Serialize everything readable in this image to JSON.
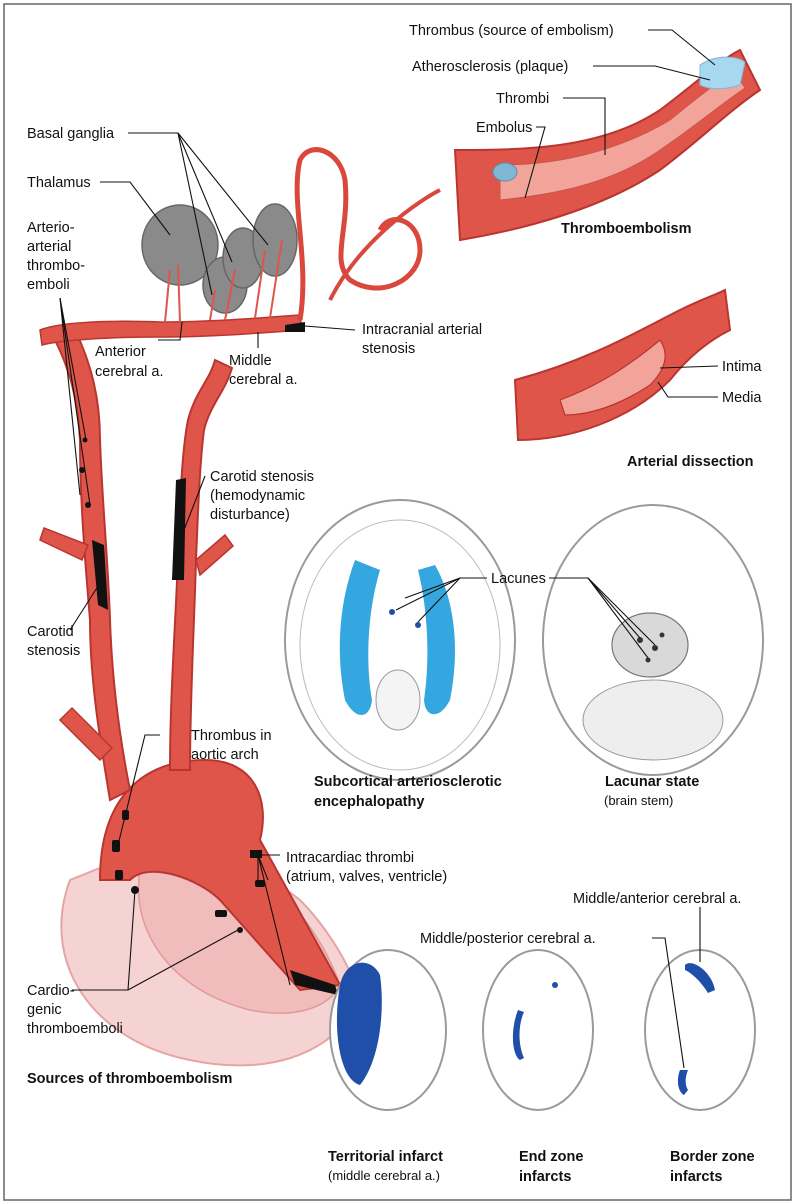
{
  "labels": {
    "basal_ganglia": "Basal ganglia",
    "thalamus": "Thalamus",
    "arterio_1": "Arterio-",
    "arterio_2": "arterial",
    "arterio_3": "thrombo-",
    "arterio_4": "emboli",
    "anterior_1": "Anterior",
    "anterior_2": "cerebral a.",
    "middle_1": "Middle",
    "middle_2": "cerebral a.",
    "intracranial_1": "Intracranial arterial",
    "intracranial_2": "stenosis",
    "carotid_hemo_1": "Carotid stenosis",
    "carotid_hemo_2": "(hemodynamic",
    "carotid_hemo_3": "disturbance)",
    "carotid_1": "Carotid",
    "carotid_2": "stenosis",
    "thrombus_arch_1": "Thrombus in",
    "thrombus_arch_2": "aortic arch",
    "intracardiac_1": "Intracardiac thrombi",
    "intracardiac_2": "(atrium, valves, ventricle)",
    "cardio_1": "Cardio-",
    "cardio_2": "genic",
    "cardio_3": "thromboemboli",
    "thrombus_source": "Thrombus (source of embolism)",
    "athero": "Atherosclerosis (plaque)",
    "thrombi": "Thrombi",
    "embolus": "Embolus",
    "intima": "Intima",
    "media": "Media",
    "lacunes": "Lacunes",
    "mid_ant": "Middle/anterior cerebral a.",
    "mid_post": "Middle/posterior cerebral a."
  },
  "captions": {
    "thromboembolism": "Thromboembolism",
    "dissection": "Arterial dissection",
    "sace_1": "Subcortical arteriosclerotic",
    "sace_2": "encephalopathy",
    "lacunar_1": "Lacunar state",
    "lacunar_2": "(brain stem)",
    "sources": "Sources of thromboembolism",
    "territorial_1": "Territorial infarct",
    "territorial_2": "(middle cerebral a.)",
    "endzone_1": "End zone",
    "endzone_2": "infarcts",
    "border_1": "Border zone",
    "border_2": "infarcts"
  },
  "colors": {
    "artery": "#e0554a",
    "artery_light": "#f2a49a",
    "artery_dark": "#b8362f",
    "heart_bg": "#f4c5c5",
    "gray_nuclei": "#8a8a8a",
    "lesion_blue": "#35a7e0",
    "infarct_blue": "#1f4fa8",
    "plaque": "#a8d8ef",
    "brain_outline": "#9a9a9a",
    "border": "#555555"
  }
}
